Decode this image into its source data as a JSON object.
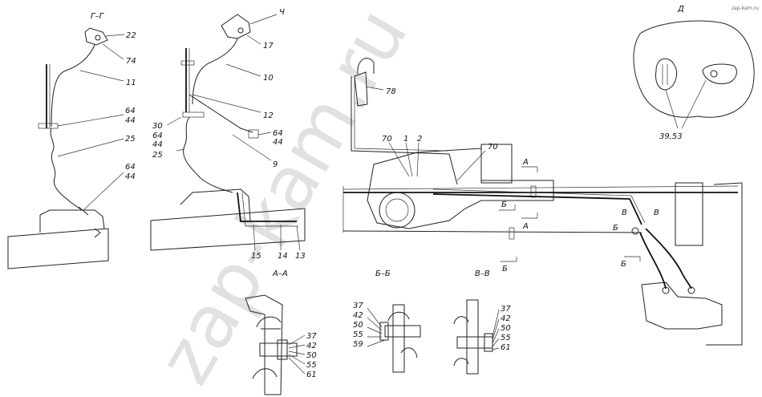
{
  "watermark": {
    "main": "zap-kam.ru",
    "corner": "zap-kam.ru"
  },
  "left_view": {
    "section_title": "Г–Г",
    "labels": [
      "22",
      "74",
      "11",
      "64",
      "44",
      "25",
      "64",
      "44"
    ]
  },
  "middle_view": {
    "labels": [
      "Ч",
      "17",
      "10",
      "12",
      "30",
      "64",
      "44",
      "64",
      "44",
      "25",
      "9",
      "15",
      "14",
      "13"
    ]
  },
  "main_view": {
    "labels": [
      "78",
      "70",
      "1",
      "2",
      "70",
      "А",
      "Б",
      "А",
      "Б",
      "В",
      "В",
      "Б",
      "Б"
    ]
  },
  "detail_d": {
    "title": "Д",
    "label": "39,53"
  },
  "section_aa": {
    "title": "А–А",
    "labels": [
      "37",
      "42",
      "50",
      "55",
      "61"
    ]
  },
  "section_bb": {
    "title": "Б–Б",
    "labels": [
      "37",
      "42",
      "50",
      "55",
      "59"
    ]
  },
  "section_vv": {
    "title": "В–В",
    "labels": [
      "37",
      "42",
      "50",
      "55",
      "61"
    ]
  }
}
